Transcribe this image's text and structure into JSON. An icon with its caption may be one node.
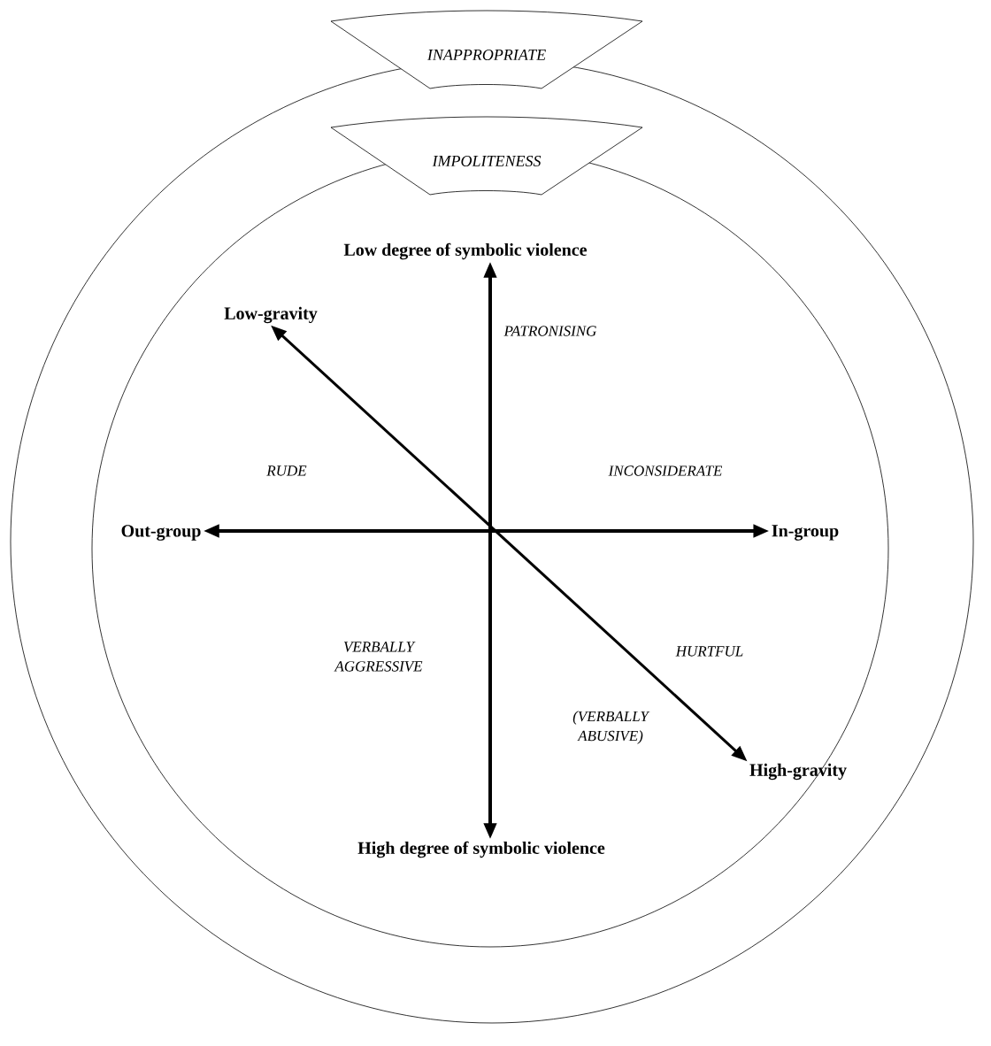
{
  "diagram": {
    "nodes": [
      {
        "text": [
          "INAPPROPRIATE"
        ]
      },
      {
        "text": [
          "IMPOLITENESS"
        ],
        "in": 0
      },
      {
        "text": [
          "Low degree of symbolic violence"
        ],
        "in": 1
      },
      {
        "text": [
          "High degree of symbolic violence"
        ],
        "in": 1
      },
      {
        "text": [
          "Out-group"
        ],
        "in": 1
      },
      {
        "text": [
          "In-group"
        ],
        "in": 1
      },
      {
        "text": [
          "Low-gravity"
        ],
        "in": 1
      },
      {
        "text": [
          "High-gravity"
        ],
        "in": 1
      }
    ],
    "edges": [
      {
        "from": 2,
        "to": 3,
        "arrow": "both"
      },
      {
        "from": 4,
        "to": 5,
        "arrow": "both"
      },
      {
        "from": 6,
        "to": 7,
        "arrow": "both"
      }
    ],
    "labels": [
      "PATRONISING",
      "RUDE",
      "INCONSIDERATE",
      "VERBALLY AGGRESSIVE",
      "HURTFUL",
      "(VERBALLY ABUSIVE)"
    ]
  }
}
